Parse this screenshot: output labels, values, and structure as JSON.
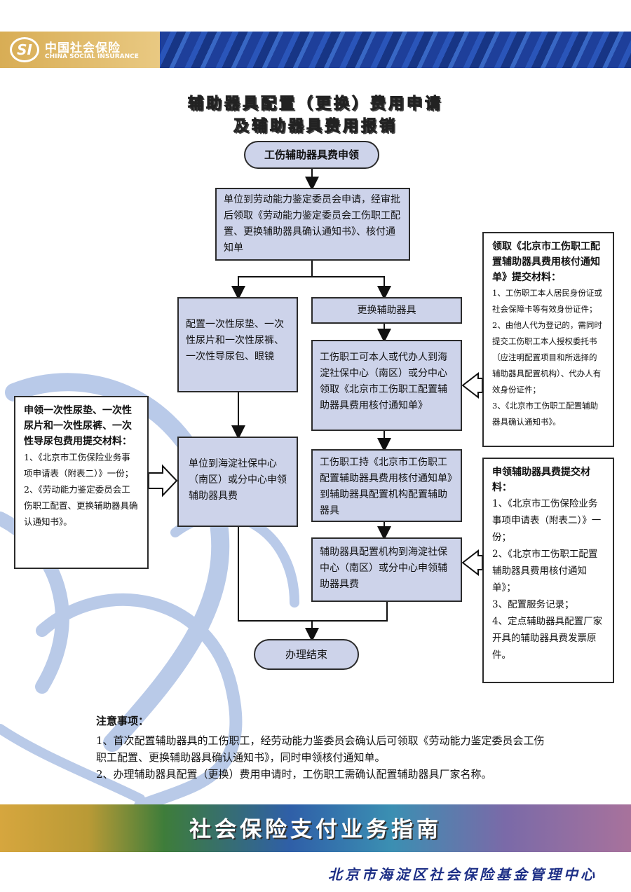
{
  "header": {
    "logo_mark": "SI",
    "logo_cn": "中国社会保险",
    "logo_en": "CHINA SOCIAL INSURANCE"
  },
  "title": {
    "line1": "辅助器具配置（更换）费用申请",
    "line2": "及辅助器具费用报销"
  },
  "flow": {
    "start": "工伤辅助器具费申领",
    "apply": "单位到劳动能力鉴定委员会申请，经审批后领取《劳动能力鉴定委员会工伤职工配置、更换辅助器具确认通知书》、核付通知单",
    "left_config": "配置一次性尿垫、一次性尿片和一次性尿裤、一次性导尿包、眼镜",
    "left_claim": "单位到海淀社保中心（南区）或分中心申领辅助器具费",
    "right_replace": "更换辅助器具",
    "right_collect": "工伤职工可本人或代办人到海淀社保中心（南区）或分中心领取《北京市工伤职工配置辅助器具费用核付通知单》",
    "right_fit": "工伤职工持《北京市工伤职工配置辅助器具费用核付通知单》到辅助器具配置机构配置辅助器具",
    "right_claim": "辅助器具配置机构到海淀社保中心（南区）或分中心申领辅助器具费",
    "end": "办理结束"
  },
  "left_materials": {
    "heading": "申领一次性尿垫、一次性尿片和一次性尿裤、一次性导尿包费用提交材料：",
    "items": [
      "1、《北京市工伤保险业务事项申请表（附表二）》一份；",
      "2、《劳动能力鉴定委员会工伤职工配置、更换辅助器具确认通知书》。"
    ]
  },
  "right_top_materials": {
    "heading": "领取《北京市工伤职工配置辅助器具费用核付通知单》提交材料：",
    "items": [
      "1、工伤职工本人居民身份证或社会保障卡等有效身份证件；",
      "2、由他人代为登记的，需同时提交工伤职工本人授权委托书（应注明配置项目和所选择的辅助器具配置机构）、代办人有效身份证件；",
      "3、《北京市工伤职工配置辅助器具确认通知书》。"
    ]
  },
  "right_bottom_materials": {
    "heading": "申领辅助器具费提交材料：",
    "items": [
      "1、《北京市工伤保险业务事项申请表（附表二）》一份；",
      "2、《北京市工伤职工配置辅助器具费用核付通知单》；",
      "3、配置服务记录；",
      "4、定点辅助器具配置厂家开具的辅助器具费发票原件。"
    ]
  },
  "notes": {
    "title": "注意事项：",
    "items": [
      "1、首次配置辅助器具的工伤职工，经劳动能力鉴委员会确认后可领取《劳动能力鉴定委员会工伤职工配置、更换辅助器具确认通知书》，同时申领核付通知单。",
      "2、办理辅助器具配置（更换）费用申请时，工伤职工需确认配置辅助器具厂家名称。"
    ]
  },
  "footer": {
    "banner": "社会保险支付业务指南",
    "org": "北京市海淀区社会保险基金管理中心"
  }
}
